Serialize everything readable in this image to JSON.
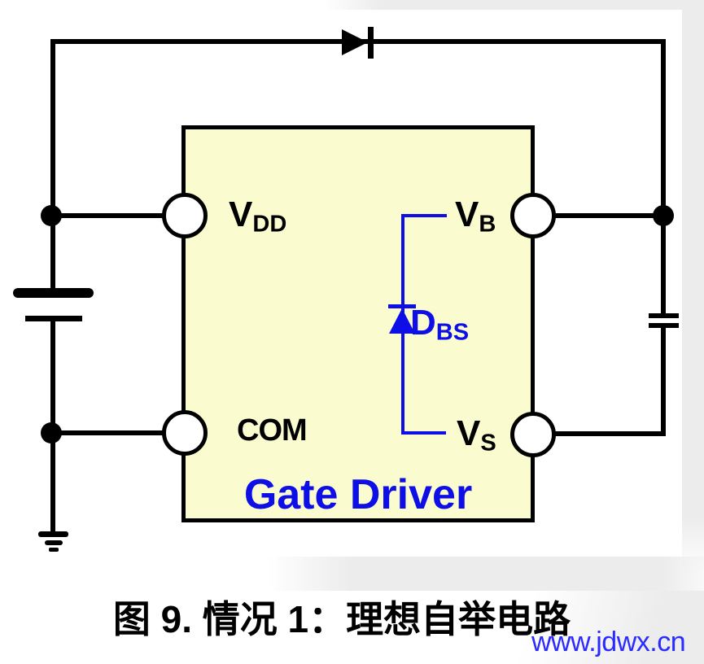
{
  "figure": {
    "title_caption": "图 9. 情况 1：理想自举电路",
    "watermark": "www.jdwx.cn",
    "ic": {
      "name": "Gate Driver",
      "fill_color": "#FBFBD0",
      "accent_color": "#0E0EE6"
    },
    "pins": {
      "vdd": {
        "main": "V",
        "sub": "DD"
      },
      "vb": {
        "main": "V",
        "sub": "B"
      },
      "com": {
        "main": "COM",
        "sub": ""
      },
      "vs": {
        "main": "V",
        "sub": "S"
      }
    },
    "internal_diode_label": {
      "main": "D",
      "sub": "BS"
    },
    "components": {
      "top_diode": "bootstrap-diode",
      "left_source": "dc-supply-battery",
      "right_capacitor": "bootstrap-capacitor",
      "ground": "earth-ground",
      "internal_diode": "internal-bootstrap-diode"
    },
    "colors": {
      "wire": "#000000",
      "watermark_blue": "#2B2BFF",
      "background_shade": "#ECECEC"
    }
  }
}
